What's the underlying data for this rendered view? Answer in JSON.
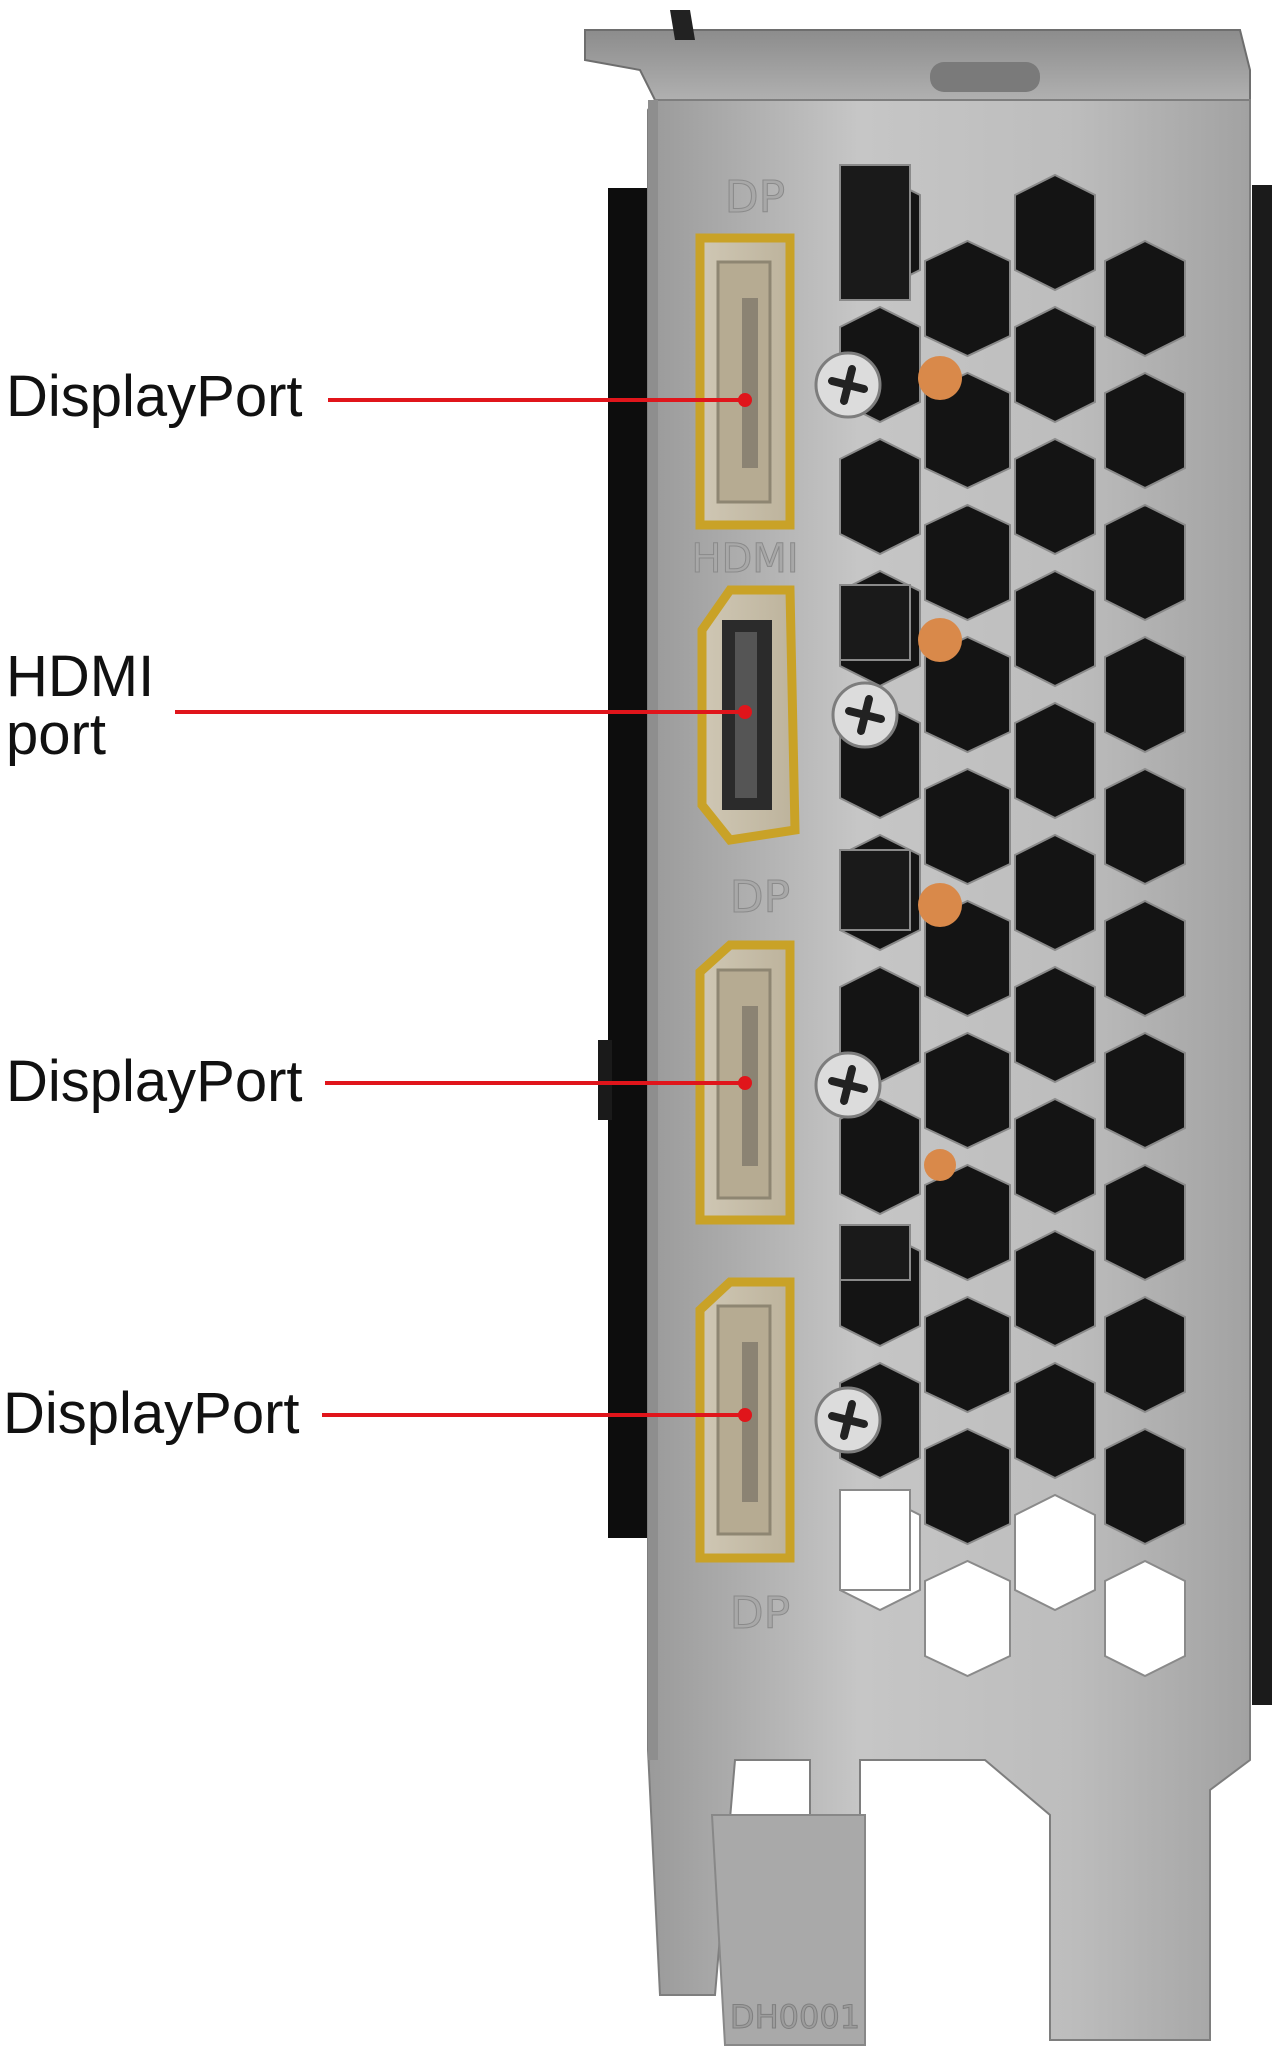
{
  "callouts": [
    {
      "id": "dp1",
      "label": "DisplayPort"
    },
    {
      "id": "hdmi",
      "label": "HDMI\nport"
    },
    {
      "id": "dp2",
      "label": "DisplayPort"
    },
    {
      "id": "dp3",
      "label": "DisplayPort"
    }
  ],
  "bracket_markings": {
    "dp_top": "DP",
    "hdmi": "HDMI",
    "dp_mid": "DP",
    "dp_bottom": "DP",
    "part_code": "DH0001"
  },
  "colors": {
    "leader_line": "#e0151b",
    "port_gold": "#c9a227",
    "bracket": "#b7b7b7",
    "port_body": "#c8bfae"
  }
}
